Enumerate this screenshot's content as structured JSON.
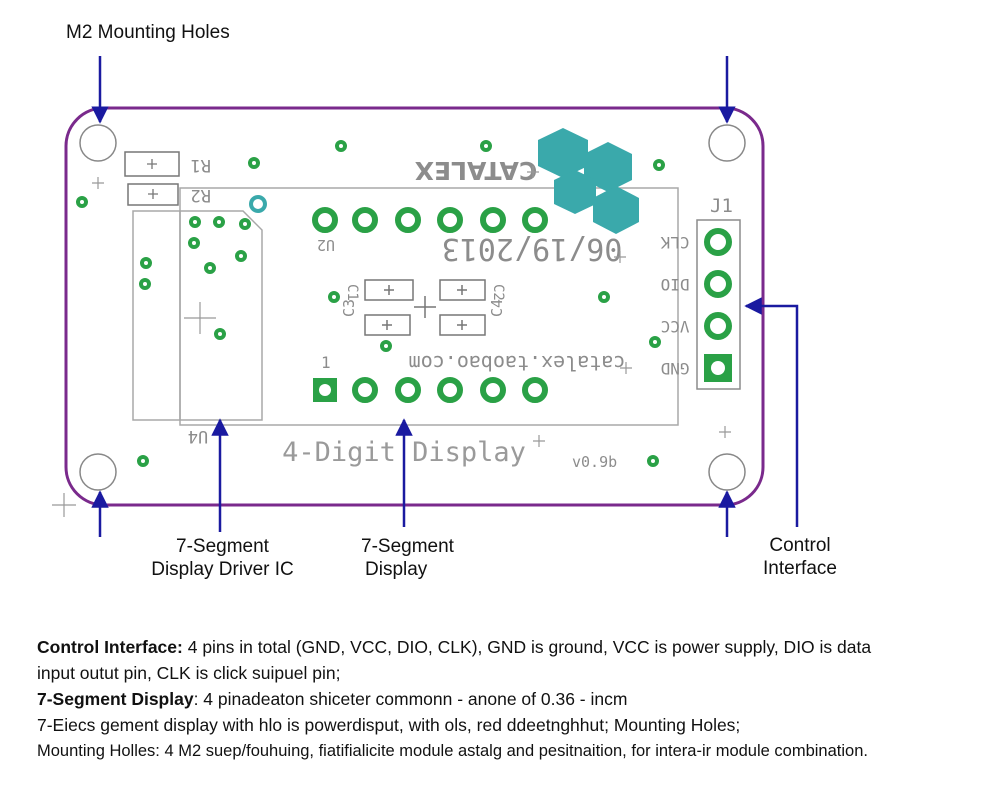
{
  "callouts": {
    "mounting_holes": "M2 Mounting Holes",
    "driver_ic_line1": "7-Segment",
    "driver_ic_line2": "Display Driver IC",
    "display_line1": "7-Segment",
    "display_line2": "Display",
    "control_line1": "Control",
    "control_line2": "Interface"
  },
  "board": {
    "brand": "CATALEX",
    "date": "06/19/2013",
    "website": "catalex.taobao.com",
    "title": "4-Digit Display",
    "version": "v0.9b",
    "header_ref": "J1",
    "pin_labels": [
      "CLK",
      "DIO",
      "VCC",
      "GND"
    ],
    "display_ref": "U2",
    "driver_ref": "U4",
    "pin1_marker": "1",
    "cap_labels": [
      "C3",
      "C4"
    ],
    "top_cap_labels": [
      "C1",
      "C2"
    ],
    "resistor_labels": [
      "R1",
      "R2"
    ]
  },
  "notes": {
    "line1_label": "Control Interface:",
    "line1_text": " 4 pins in total (GND, VCC, DIO, CLK), GND is ground, VCC is power supply, DIO is data",
    "line2_text": "input outut pin, CLK is click suipuel pin;",
    "line3_label": "7-Segment Display",
    "line3_text": ": 4 pinadeaton shiceter commonn - anone of 0.36 - incm",
    "line4_text": "7-Eiecs gement display with hlo is powerdisput, with ols, red ddeetnghhut; Mounting Holes;",
    "line5_text": "Mounting Holles: 4 M2  suep/fouhuing, fiatifialicite module astalg and pesitnaition, for intera-ir module combination."
  },
  "colors": {
    "board_outline": "#7a2a8c",
    "silkscreen": "#8c8c8c",
    "pad_green": "#2aa146",
    "logo_teal": "#3aa9ab",
    "arrow_blue": "#1a1aa0"
  }
}
